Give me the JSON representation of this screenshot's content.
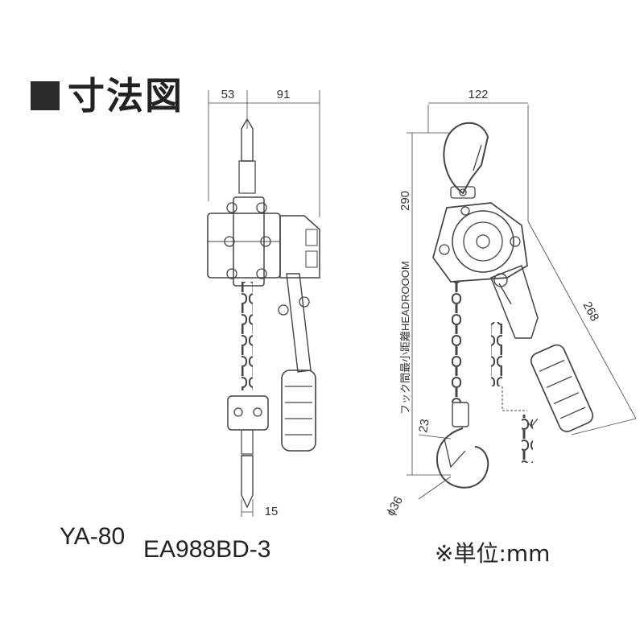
{
  "heading": {
    "text": "寸法図"
  },
  "model_number": "YA-80",
  "product_code": "EA988BD-3",
  "unit_note": "※単位:mm",
  "dimensions": {
    "side_left_width": "53",
    "side_right_width": "91",
    "side_hook_width": "15",
    "front_width": "122",
    "headroom": "290",
    "headroom_label": "フック間最小距離HEADROOOM",
    "handle_length": "268",
    "hook_opening": "23",
    "hook_diameter": "ϕ36"
  }
}
